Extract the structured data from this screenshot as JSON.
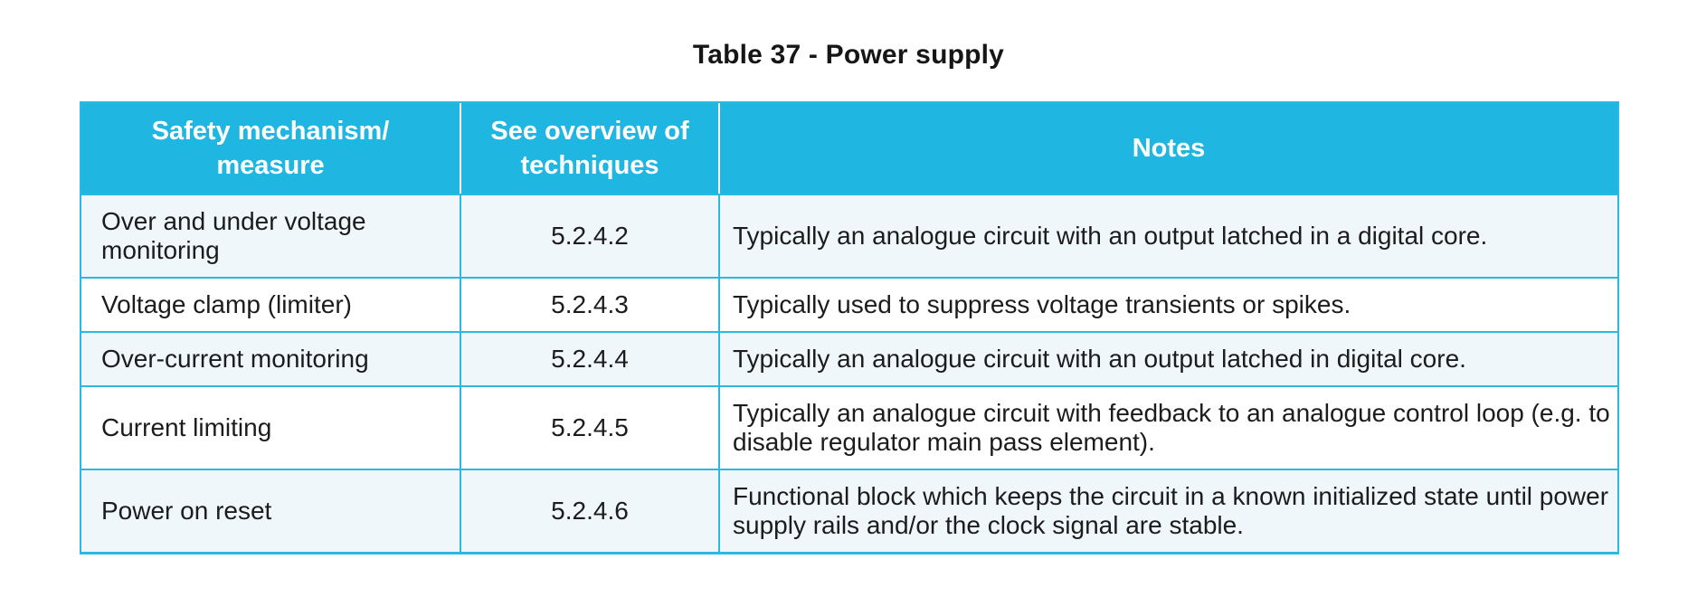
{
  "title": "Table 37 - Power supply",
  "table": {
    "headers": [
      "Safety mechanism/\nmeasure",
      "See overview of\ntechniques",
      "Notes"
    ],
    "rows": [
      {
        "mechanism": "Over and under voltage monitoring",
        "ref": "5.2.4.2",
        "notes": "Typically an analogue circuit with an output latched in a digital core."
      },
      {
        "mechanism": "Voltage clamp (limiter)",
        "ref": "5.2.4.3",
        "notes": "Typically used to suppress voltage transients or spikes."
      },
      {
        "mechanism": "Over-current monitoring",
        "ref": "5.2.4.4",
        "notes": "Typically an analogue circuit with an output latched in digital core."
      },
      {
        "mechanism": "Current limiting",
        "ref": "5.2.4.5",
        "notes": "Typically an analogue circuit with feedback to an analogue control loop (e.g. to disable regulator main pass element)."
      },
      {
        "mechanism": "Power on reset",
        "ref": "5.2.4.6",
        "notes": "Functional block which keeps the circuit in a known initialized state until power supply rails and/or the clock signal are stable."
      }
    ]
  },
  "colors": {
    "header_bg": "#1fb6e2",
    "header_text": "#ffffff",
    "border": "#29b9e2",
    "row_odd_bg": "#f0f7fb",
    "row_even_bg": "#ffffff",
    "body_text": "#1c1c1c"
  }
}
